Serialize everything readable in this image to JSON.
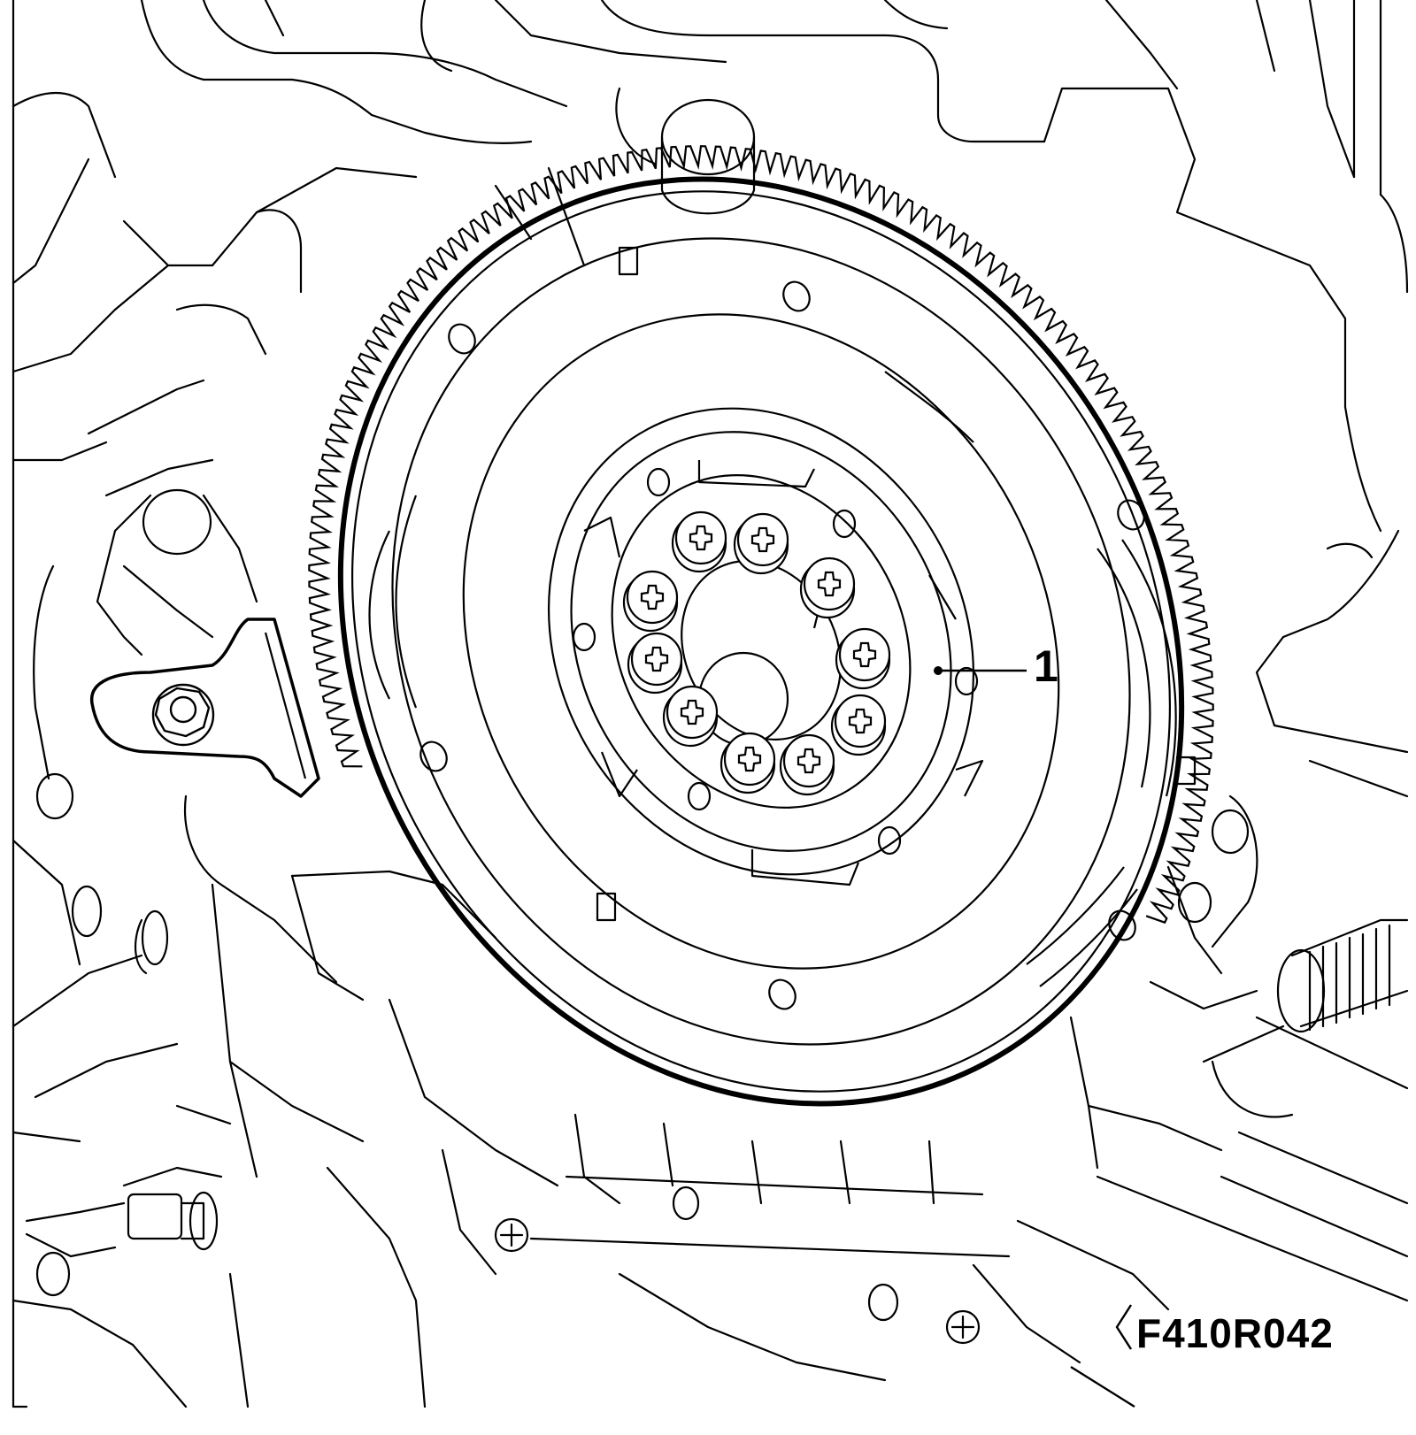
{
  "diagram": {
    "callout": "1",
    "figure_code": "F410R042",
    "style": {
      "line_color": "#000000",
      "background": "#ffffff"
    },
    "parts": [
      "flywheel",
      "starter-ring-gear",
      "flywheel-bolts",
      "locking-tool",
      "engine-block",
      "drive-shaft"
    ]
  }
}
